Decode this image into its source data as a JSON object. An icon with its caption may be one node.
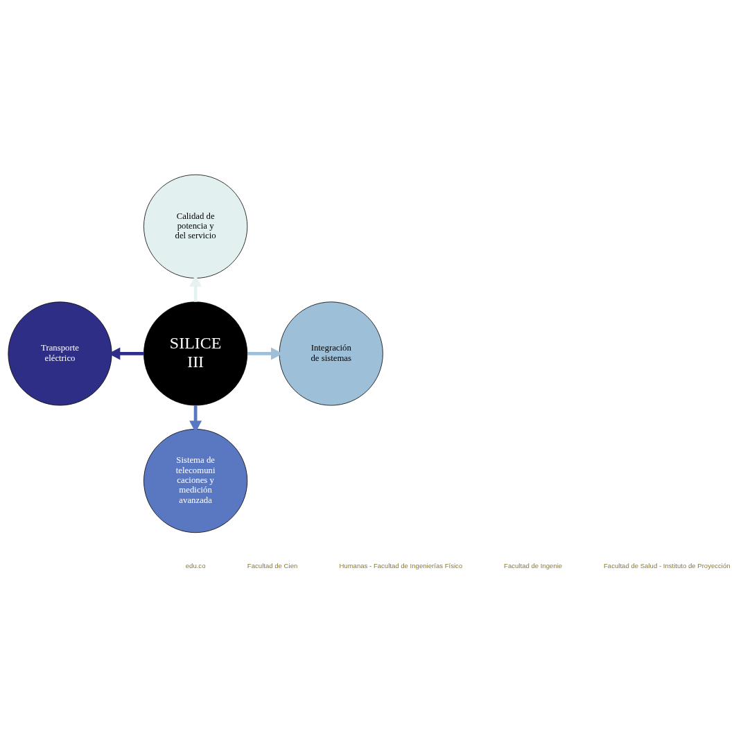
{
  "diagram": {
    "nodes": [
      {
        "text": [
          "SILICE III"
        ]
      },
      {
        "text": [
          "Calidad de potencia y del servicio"
        ]
      },
      {
        "text": [
          "Transporte eléctrico"
        ]
      },
      {
        "text": [
          "Integración de sistemas"
        ]
      },
      {
        "text": [
          "Sistema de telecomuni caciones y medición avanzada"
        ]
      }
    ],
    "edges": [
      {
        "from": 0,
        "to": 1,
        "arrow": "to",
        "color": "#e6f2f2"
      },
      {
        "from": 0,
        "to": 2,
        "arrow": "to",
        "color": "#2e2e86"
      },
      {
        "from": 0,
        "to": 3,
        "arrow": "to",
        "color": "#9dbfd8"
      },
      {
        "from": 0,
        "to": 4,
        "arrow": "to",
        "color": "#5a78c2"
      }
    ],
    "labels": [
      "edu.co",
      "Facultad de Cien",
      "Humanas - Facultad de Ingenierías Físico",
      "Facultad de Ingenie",
      "Facultad de Salud - Instituto de Proyección"
    ]
  }
}
